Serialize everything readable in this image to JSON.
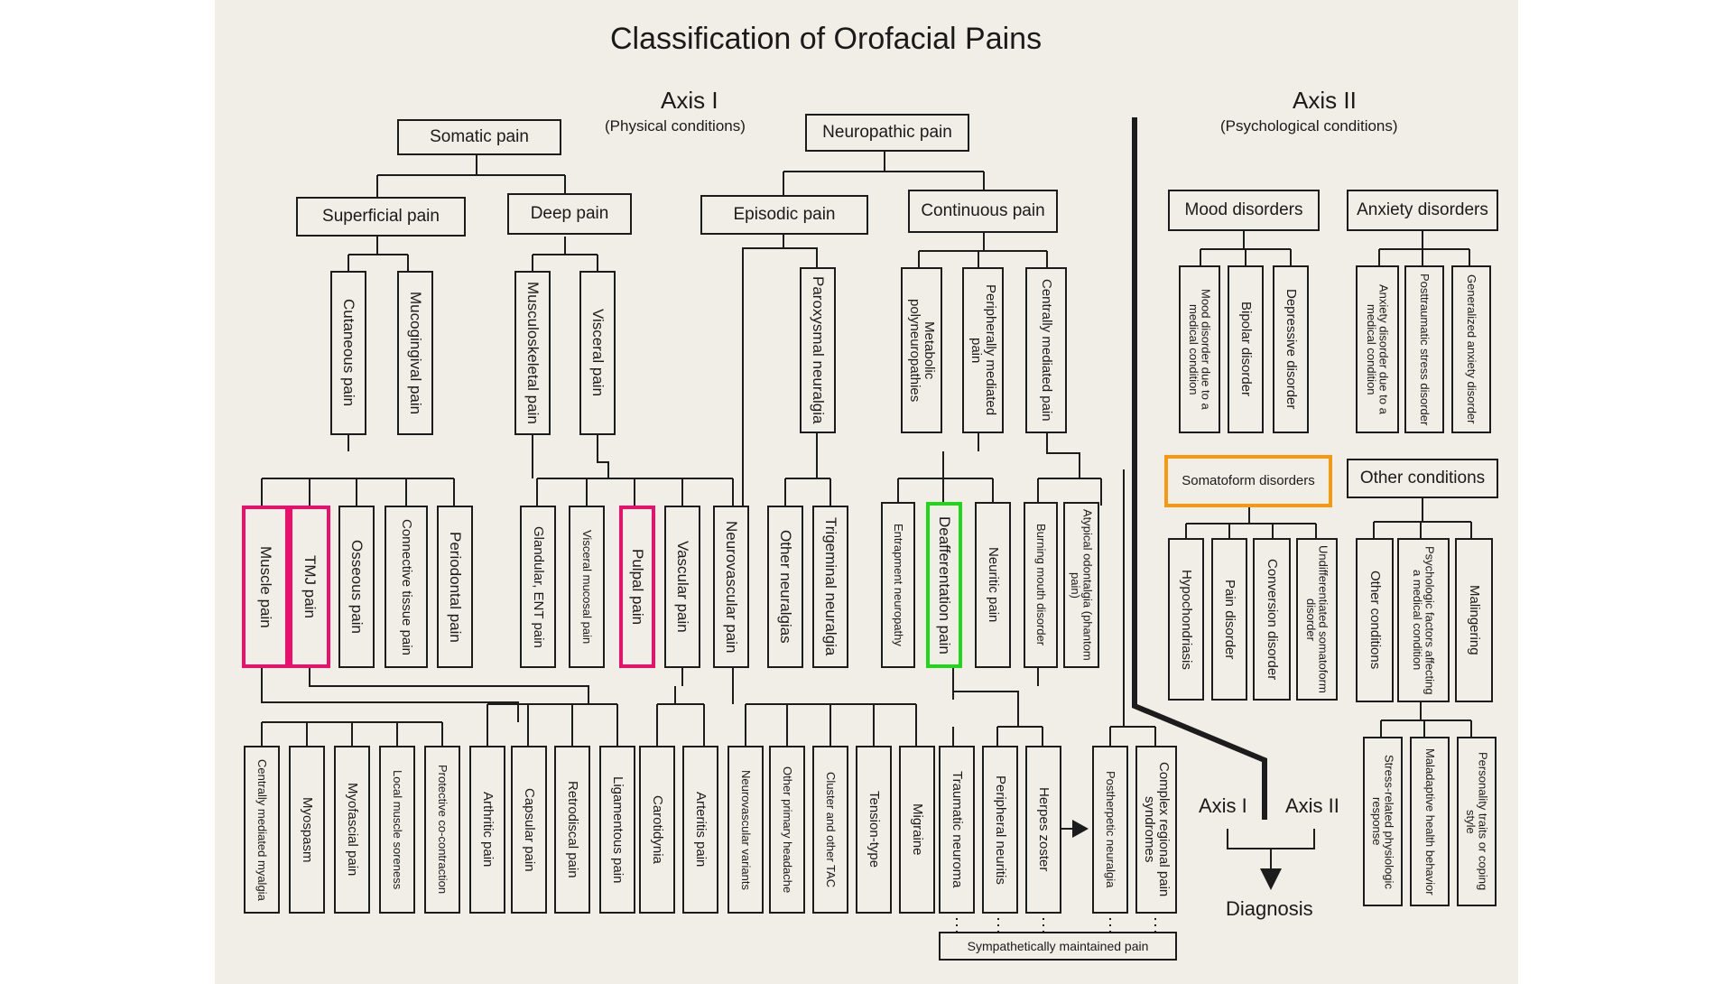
{
  "title": "Classification of Orofacial Pains",
  "axis1": {
    "label": "Axis I",
    "sub": "(Physical conditions)"
  },
  "axis2": {
    "label": "Axis II",
    "sub": "(Psychological conditions)"
  },
  "nodes": {
    "somatic": "Somatic pain",
    "neuropathic": "Neuropathic pain",
    "superficial": "Superficial pain",
    "deep": "Deep pain",
    "episodic": "Episodic pain",
    "continuous": "Continuous pain",
    "cutaneous": "Cutaneous pain",
    "mucogingival": "Mucogingival pain",
    "musculoskeletal": "Musculoskeletal pain",
    "visceral": "Visceral pain",
    "paroxysmal": "Paroxysmal neuralgia",
    "metabolic": "Metabolic polyneuropathies",
    "peripherally": "Peripherally mediated pain",
    "centrally": "Centrally mediated pain",
    "muscle": "Muscle pain",
    "tmj": "TMJ pain",
    "osseous": "Osseous pain",
    "connective": "Connective tissue pain",
    "periodontal": "Periodontal pain",
    "glandular": "Glandular, ENT pain",
    "visceral_mucosal": "Visceral mucosal pain",
    "pulpal": "Pulpal pain",
    "vascular": "Vascular pain",
    "neurovascular": "Neurovascular pain",
    "other_neuralgias": "Other neuralgias",
    "trigeminal": "Trigeminal neuralgia",
    "entrapment": "Entrapment neuropathy",
    "deafferentation": "Deafferentation pain",
    "neuritic": "Neuritic pain",
    "burning": "Burning mouth disorder",
    "atypical": "Atypical odontalgia (phantom pain)",
    "cmm": "Centrally mediated myalgia",
    "myospasm": "Myospasm",
    "myofascial": "Myofascial pain",
    "local_muscle": "Local muscle soreness",
    "protective": "Protective co-contraction",
    "arthritic": "Arthritic pain",
    "capsular": "Capsular pain",
    "retrodiscal": "Retrodiscal pain",
    "ligamentous": "Ligamentous pain",
    "carotidynia": "Carotidynia",
    "arteritis": "Arteritis pain",
    "nv_variants": "Neurovascular variants",
    "other_primary": "Other primary headache",
    "cluster": "Cluster and other TAC",
    "tension": "Tension-type",
    "migraine": "Migraine",
    "traumatic": "Traumatic neuroma",
    "peripheral_neuritis": "Peripheral neuritis",
    "herpes": "Herpes zoster",
    "postherpetic": "Postherpetic neuralgia",
    "crps": "Complex regional pain syndromes",
    "smp": "Sympathetically maintained pain",
    "mood": "Mood disorders",
    "anxiety": "Anxiety disorders",
    "mood_medical": "Mood disorder due to a medical condition",
    "bipolar": "Bipolar disorder",
    "depressive": "Depressive disorder",
    "anx_medical": "Anxiety disorder due to a medical condition",
    "ptsd": "Posttraumatic stress disorder",
    "gad": "Generalized anxiety disorder",
    "somatoform": "Somatoform disorders",
    "other_conditions": "Other conditions",
    "hypochondriasis": "Hypochondriasis",
    "pain_disorder": "Pain disorder",
    "conversion": "Conversion disorder",
    "undiff": "Undifferentiated somatoform disorder",
    "other_cond_v": "Other conditions",
    "psych_factors": "Psychologic factors affecting a medical condition",
    "malingering": "Malingering",
    "stress": "Stress-related physiologic response",
    "maladaptive": "Maladaptive health behavior",
    "personality": "Personality traits or coping style"
  },
  "diagnosis": {
    "axis1": "Axis I",
    "axis2": "Axis II",
    "label": "Diagnosis"
  },
  "colors": {
    "pink": "#e8106a",
    "green": "#1fd61a",
    "orange": "#f39a12",
    "paper": "#f1eee7"
  }
}
